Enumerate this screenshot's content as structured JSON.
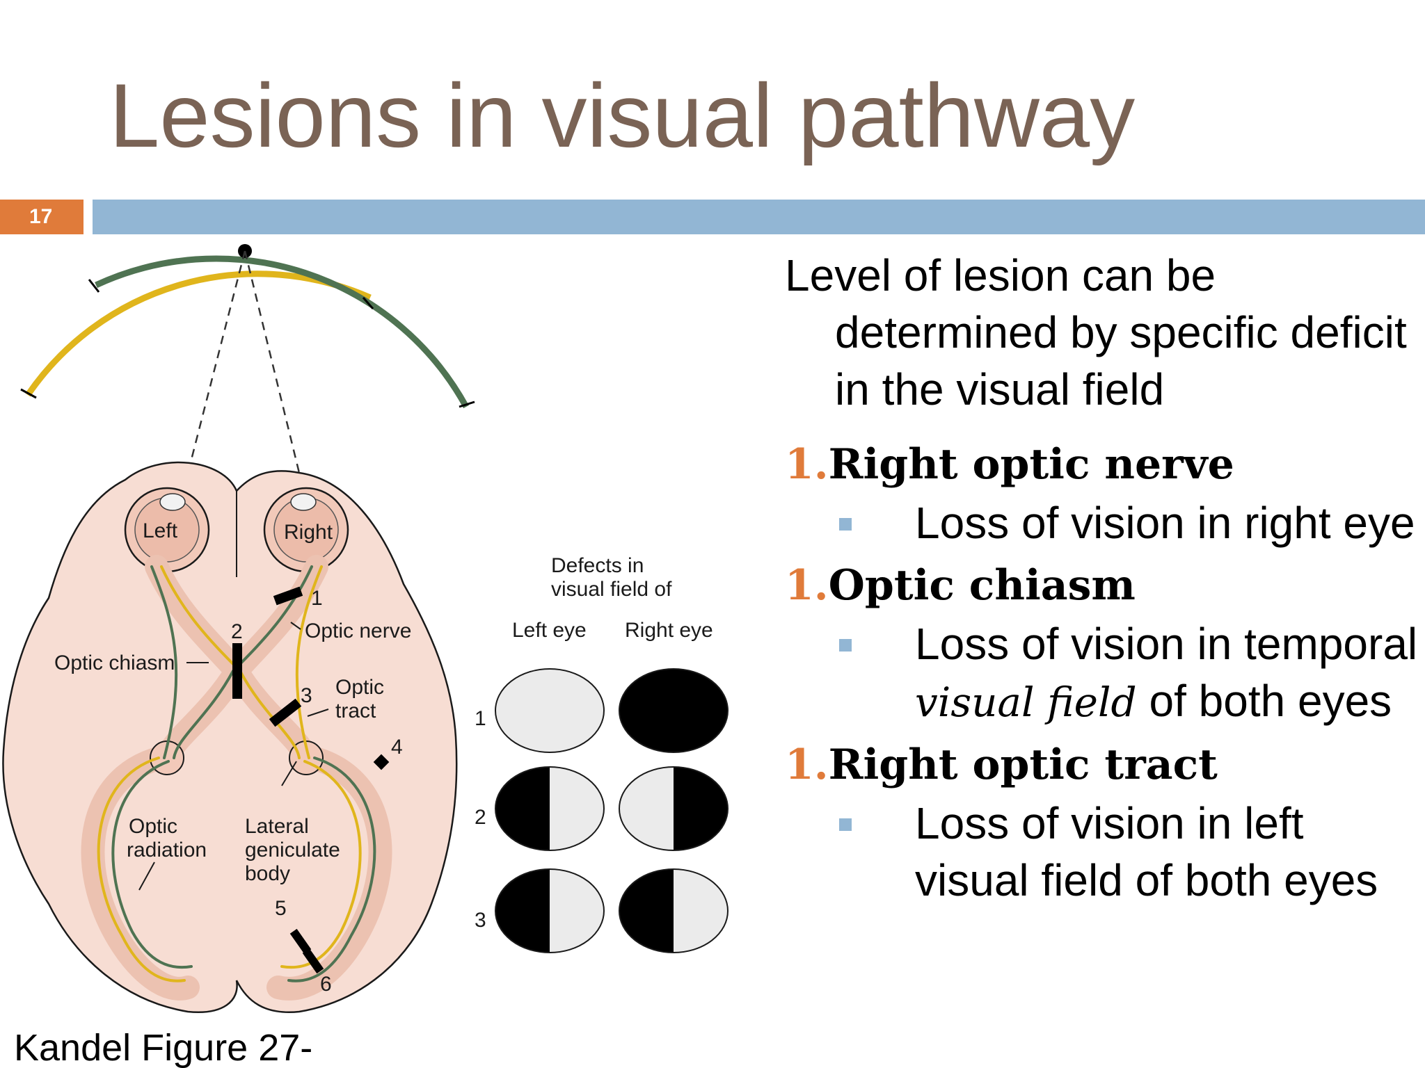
{
  "slide": {
    "title": "Lesions in visual pathway",
    "slide_number": "17",
    "caption": "Kandel Figure 27-"
  },
  "diagram": {
    "eye_left": "Left",
    "eye_right": "Right",
    "optic_nerve": "Optic nerve",
    "optic_chiasm": "Optic chiasm",
    "optic_tract": [
      "Optic",
      "tract"
    ],
    "optic_radiation": [
      "Optic",
      "radiation"
    ],
    "lateral_geniculate": [
      "Lateral",
      "geniculate",
      "body"
    ],
    "lesion_numbers": [
      "1",
      "2",
      "3",
      "4",
      "5",
      "6"
    ],
    "defects_title": [
      "Defects in",
      "visual field of"
    ],
    "col_left_eye": "Left eye",
    "col_right_eye": "Right eye",
    "row_numbers": [
      "1",
      "2",
      "3"
    ]
  },
  "content": {
    "intro": "Level of lesion can be determined by specific deficit in the visual field",
    "items": [
      {
        "num": "1.",
        "heading": "Right optic nerve",
        "bullet": "Loss of vision in right eye"
      },
      {
        "num": "1.",
        "heading": "Optic chiasm",
        "bullet_before": "Loss of vision in temporal",
        "bullet_italic": "visual field",
        "bullet_after": "of both eyes"
      },
      {
        "num": "1.",
        "heading": "Right optic tract",
        "bullet": "Loss of vision in left visual field of both eyes"
      }
    ]
  },
  "colors": {
    "title": "#7a6355",
    "accent_orange": "#e07b3a",
    "bar_blue": "#92b6d4",
    "field_green": "#4f7352",
    "field_yellow": "#e0b51c",
    "brain_fill": "#f7ddd3"
  }
}
